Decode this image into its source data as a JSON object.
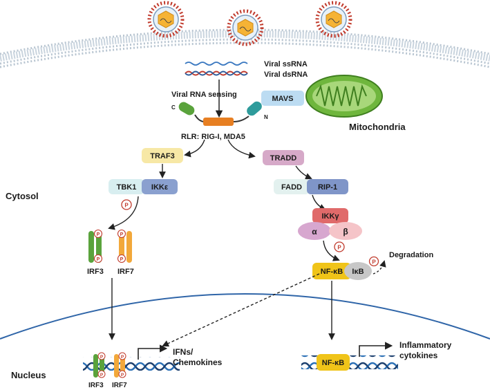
{
  "labels": {
    "ssrna": "Viral ssRNA",
    "dsrna": "Viral dsRNA",
    "sensing": "Viral RNA sensing",
    "mavs": "MAVS",
    "mitochondria": "Mitochondria",
    "rlr": "RLR: RIG-I, MDA5",
    "c_term": "C",
    "n_term": "N",
    "traf3": "TRAF3",
    "tradd": "TRADD",
    "cytosol": "Cytosol",
    "tbk1": "TBK1",
    "ikke": "IKKε",
    "fadd": "FADD",
    "rip1": "RIP-1",
    "ikkg": "IKKγ",
    "alpha": "α",
    "beta": "β",
    "p": "P",
    "irf3": "IRF3",
    "irf7": "IRF7",
    "nfkb": "NF-κB",
    "ikb": "IκB",
    "degradation": "Degradation",
    "nucleus": "Nucleus",
    "ifns_line1": "IFNs/",
    "ifns_line2": "Chemokines",
    "nuc_irf3": "IRF3",
    "nuc_irf7": "IRF7",
    "nuc_nfkb": "NF-κB",
    "infl_line1": "Inflammatory",
    "infl_line2": "cytokines"
  },
  "colors": {
    "membrane": "#c9d4de",
    "nucleus_line": "#2f65a8",
    "mavs": "#bcdcf2",
    "traf3": "#f7e8a6",
    "tradd": "#d6a9c8",
    "tbk1": "#d8eef0",
    "ikke": "#8aa0cf",
    "fadd": "#e3f1ef",
    "rip1": "#7f95c8",
    "ikkg": "#e06a6a",
    "alpha": "#d7a7cf",
    "beta": "#f5c4c8",
    "irf3": "#5aa33c",
    "irf7": "#f2a83a",
    "nfkb": "#f0c419",
    "ikb": "#c7c7c7",
    "mito": "#6fb63d",
    "rlr_mid": "#e77f22",
    "rlr_c": "#5aa33c",
    "rlr_n": "#2e9b9b"
  }
}
